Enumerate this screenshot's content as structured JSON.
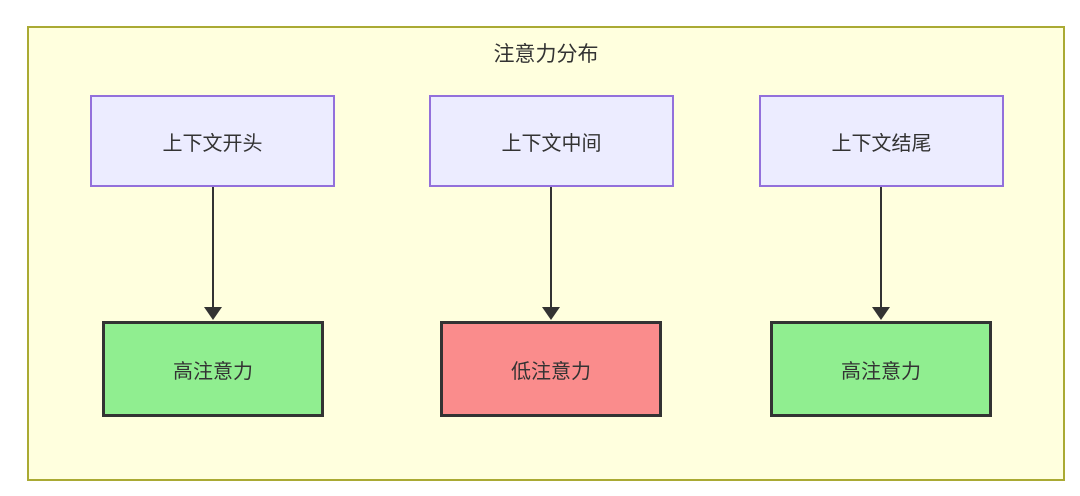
{
  "diagram": {
    "title": "注意力分布",
    "columns": [
      {
        "source": "上下文开头",
        "result": "高注意力",
        "result_type": "high"
      },
      {
        "source": "上下文中间",
        "result": "低注意力",
        "result_type": "low"
      },
      {
        "source": "上下文结尾",
        "result": "高注意力",
        "result_type": "high"
      }
    ],
    "colors": {
      "canvas_bg": "#ffffff",
      "container_fill": "#ffffde",
      "container_border": "#aaaa33",
      "source_fill": "#ececff",
      "source_border": "#9370db",
      "high_fill": "#90ee90",
      "low_fill": "#fa8c8c",
      "result_border": "#333333",
      "arrow_color": "#333333",
      "text_color": "#333333"
    }
  }
}
